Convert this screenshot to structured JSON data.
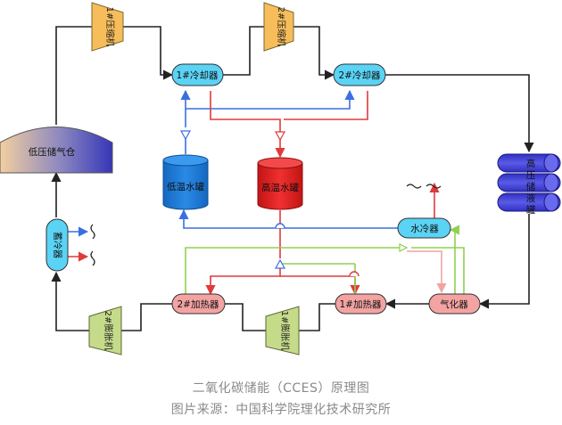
{
  "diagram": {
    "compressor_1": "1#压缩机",
    "compressor_2": "2#压缩机",
    "cooler_1": "1#冷却器",
    "cooler_2": "2#冷却器",
    "low_pressure_store": "低压储气仓",
    "high_pressure_tank": "高压储液罐",
    "low_temp_tank": "低温水罐",
    "high_temp_tank": "高温水罐",
    "water_cooler": "水冷器",
    "cold_storage": "蓄冷器",
    "heater_1": "1#加热器",
    "heater_2": "2#加热器",
    "vaporizer": "气化器",
    "expander_1": "1#膨胀机",
    "expander_2": "2#膨胀机"
  },
  "caption": {
    "title": "二氧化碳储能（CCES）原理图",
    "source": "图片来源：中国科学院理化技术研究所"
  },
  "colors": {
    "co2_line": "#222222",
    "cold_water": "#3a6fe0",
    "hot_water": "#e03a3a",
    "green_loop": "#8fd14f",
    "pink_loop": "#f4a3a3",
    "cooler_fill": "#5ad3f5",
    "heater_fill": "#f4a3a3",
    "compressor_fill": "#f7bd5a",
    "expander_fill": "#c5db8a",
    "tank_blue": "#1f7fd8",
    "tank_red": "#e01e1e",
    "storage_blue": "#3b3bd0"
  }
}
